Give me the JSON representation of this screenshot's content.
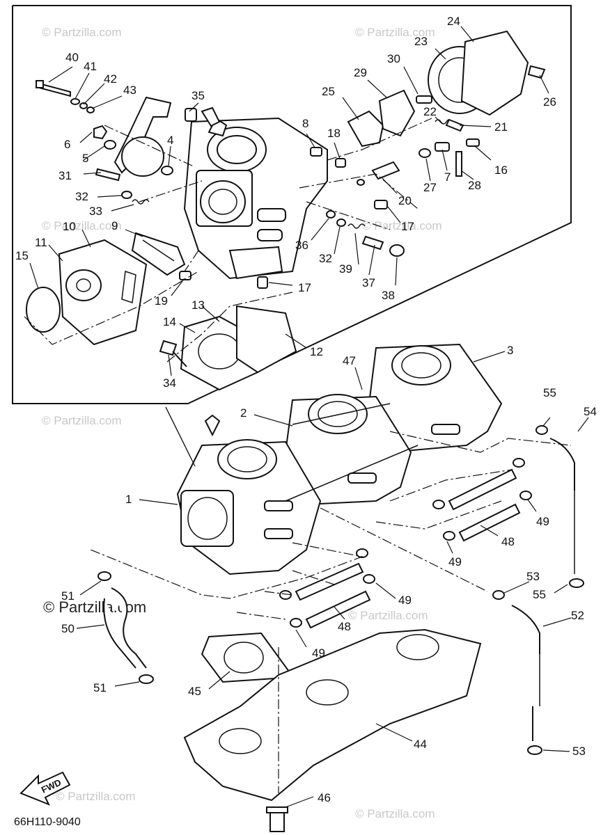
{
  "diagram": {
    "callouts": {
      "c1": "1",
      "c2": "2",
      "c3": "3",
      "c4": "4",
      "c5": "5",
      "c6": "6",
      "c7": "7",
      "c8": "8",
      "c9": "9",
      "c10": "10",
      "c11": "11",
      "c12": "12",
      "c13": "13",
      "c14": "14",
      "c15": "15",
      "c16": "16",
      "c17a": "17",
      "c17b": "17",
      "c18": "18",
      "c19": "19",
      "c20": "20",
      "c21": "21",
      "c22": "22",
      "c23": "23",
      "c24": "24",
      "c25": "25",
      "c26": "26",
      "c27": "27",
      "c28": "28",
      "c29": "29",
      "c30": "30",
      "c31": "31",
      "c32a": "32",
      "c32b": "32",
      "c33": "33",
      "c34": "34",
      "c35": "35",
      "c36": "36",
      "c37": "37",
      "c38": "38",
      "c39": "39",
      "c40": "40",
      "c41": "41",
      "c42": "42",
      "c43": "43",
      "c44": "44",
      "c45": "45",
      "c46": "46",
      "c47": "47",
      "c48a": "48",
      "c48b": "48",
      "c49a": "49",
      "c49b": "49",
      "c49c": "49",
      "c49d": "49",
      "c50": "50",
      "c51a": "51",
      "c51b": "51",
      "c52": "52",
      "c53a": "53",
      "c53b": "53",
      "c54": "54",
      "c55a": "55",
      "c55b": "55"
    },
    "watermark": "© Partzilla.com",
    "fwd_label": "FWD",
    "diagram_code": "66H110-9040"
  }
}
